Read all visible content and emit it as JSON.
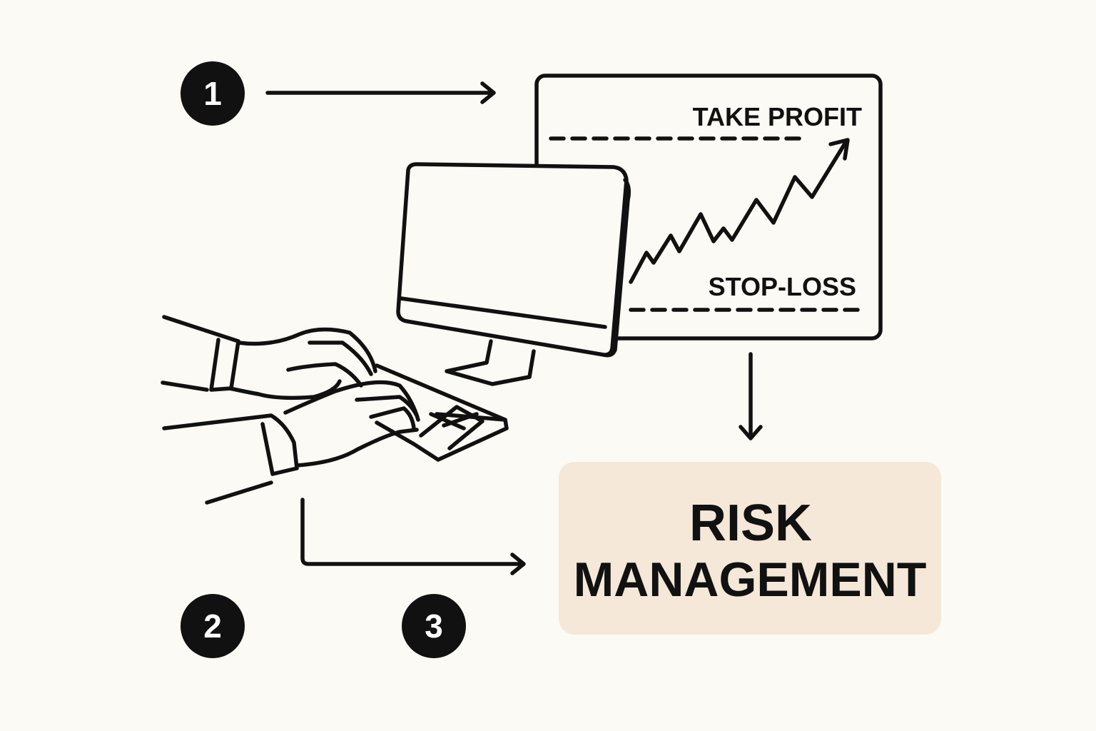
{
  "steps": [
    "1",
    "2",
    "3"
  ],
  "chart_panel": {
    "take_profit_label": "TAKE PROFIT",
    "stop_loss_label": "STOP-LOSS"
  },
  "risk_box": {
    "line1": "RISK",
    "line2": "MANAGEMENT"
  },
  "colors": {
    "background": "#fcfaf4",
    "ink": "#111111",
    "risk_box_fill": "#f5e8d8"
  }
}
